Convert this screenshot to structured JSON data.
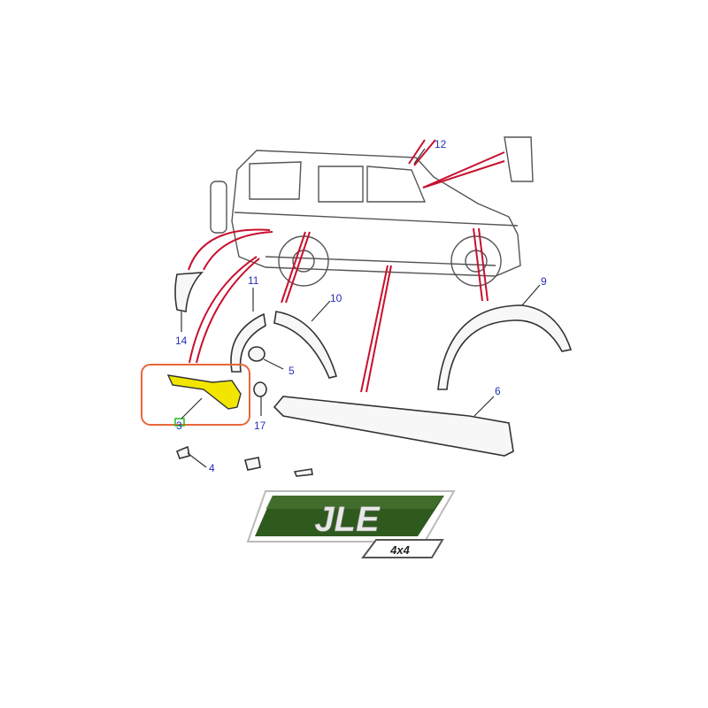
{
  "diagram": {
    "callouts": {
      "c12": "12",
      "c9": "9",
      "c10": "10",
      "c11": "11",
      "c14": "14",
      "c5": "5",
      "c17": "17",
      "c6": "6",
      "c3": "3",
      "c4": "4"
    },
    "highlight_color": "#e8663a",
    "part_fill": "#f2e600",
    "leader_color": "#c8102e"
  },
  "logo": {
    "main": "JLE",
    "sub": "4x4",
    "green": "#2f5a1e"
  }
}
